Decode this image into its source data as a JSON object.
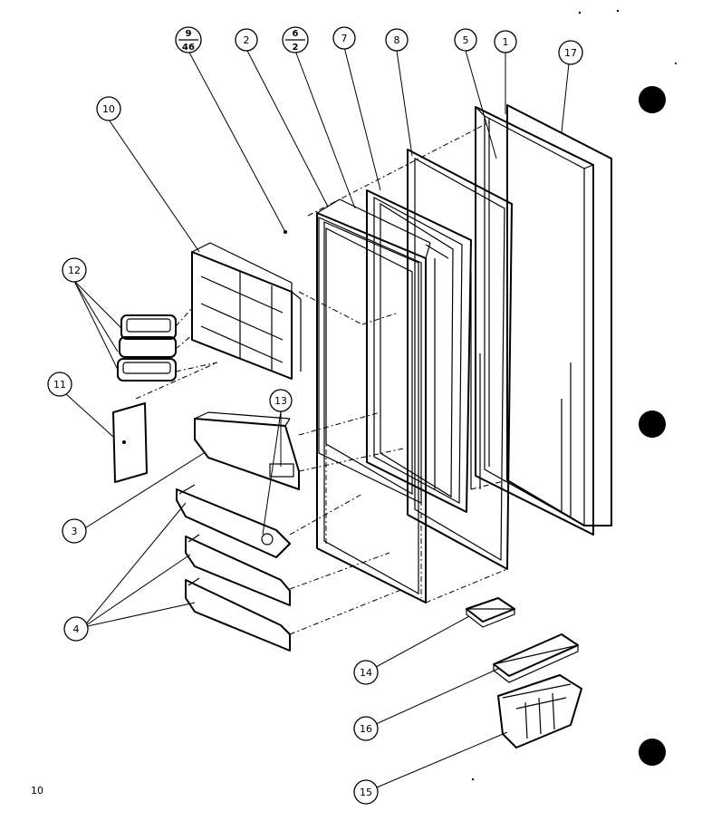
{
  "callouts": {
    "c1": "1",
    "c2": "2",
    "c3": "3",
    "c4": "4",
    "c5": "5",
    "c7": "7",
    "c8": "8",
    "c10": "10",
    "c11": "11",
    "c12": "12",
    "c13": "13",
    "c14": "14",
    "c15": "15",
    "c16": "16",
    "c17": "17",
    "c9_46": {
      "top": "9",
      "bottom": "46"
    },
    "c6_2": {
      "top": "6",
      "bottom": "2"
    }
  },
  "page_number": "10",
  "colors": {
    "ink": "#000000",
    "paper": "#ffffff"
  }
}
